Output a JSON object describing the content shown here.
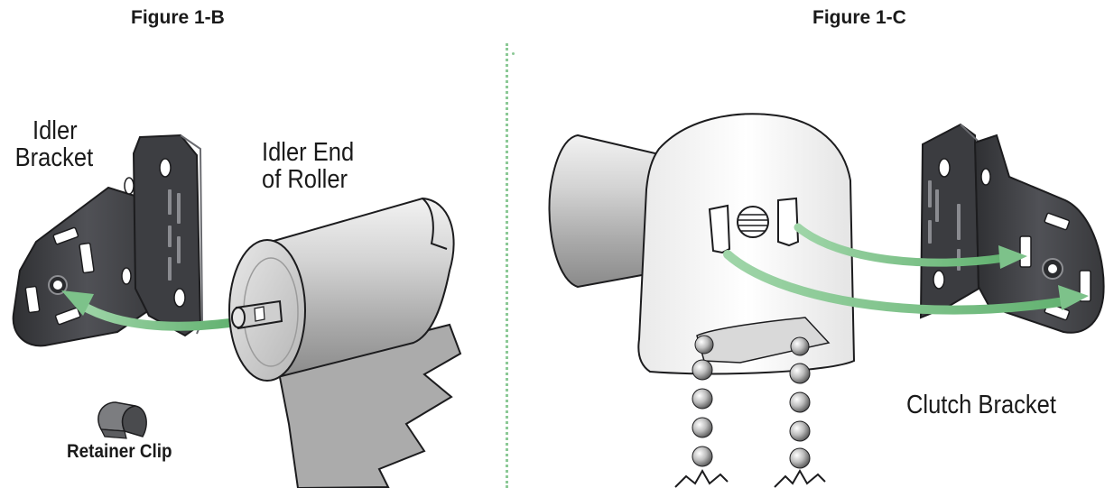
{
  "figures": {
    "left": {
      "title": "Figure 1-B",
      "labels": {
        "idler_bracket": [
          "Idler",
          "Bracket"
        ],
        "idler_end": [
          "Idler End",
          "of Roller"
        ],
        "retainer_clip": "Retainer Clip"
      }
    },
    "right": {
      "title": "Figure 1-C",
      "labels": {
        "clutch_bracket": "Clutch Bracket"
      }
    }
  },
  "colors": {
    "arrow": "#7dc28a",
    "metal_dark": "#3c3d40",
    "divider": "#8cc996"
  }
}
